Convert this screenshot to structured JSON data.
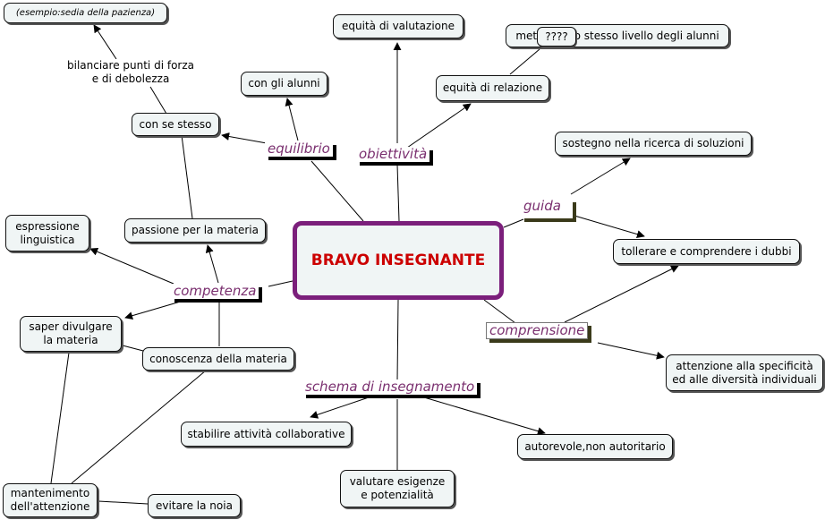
{
  "center": "BRAVO INSEGNANTE",
  "phrases": {
    "equilibrio": "equilibrio",
    "obiettivita": "obiettività",
    "guida": "guida",
    "competenza": "competenza",
    "comprensione": "comprensione",
    "schema": "schema di insegnamento"
  },
  "link_label": "bilanciare punti di forza\ne di debolezza",
  "concepts": {
    "esempio": "(esempio:sedia della pazienza)",
    "equita_valutazione": "equità di valutazione",
    "stesso_livello": "metterli allo stesso livello degli alunni",
    "con_alunni": "con gli alunni",
    "equita_relazione": "equità di relazione",
    "con_se_stesso": "con se stesso",
    "sostegno": "sostegno nella ricerca di soluzioni",
    "espressione": "espressione\nlinguistica",
    "passione": "passione per la materia",
    "tollerare": "tollerare e comprendere i dubbi",
    "divulgare": "saper divulgare\nla materia",
    "conoscenza": "conoscenza della materia",
    "attenzione": "attenzione alla specificità\ned alle diversità individuali",
    "collaborative": "stabilire attività collaborative",
    "autorevole": "autorevole,non autoritario",
    "valutare": "valutare esigenze\ne potenzialità",
    "mantenimento": "mantenimento\ndell'attenzione",
    "noia": "evitare la noia"
  },
  "overlay_text": "????"
}
